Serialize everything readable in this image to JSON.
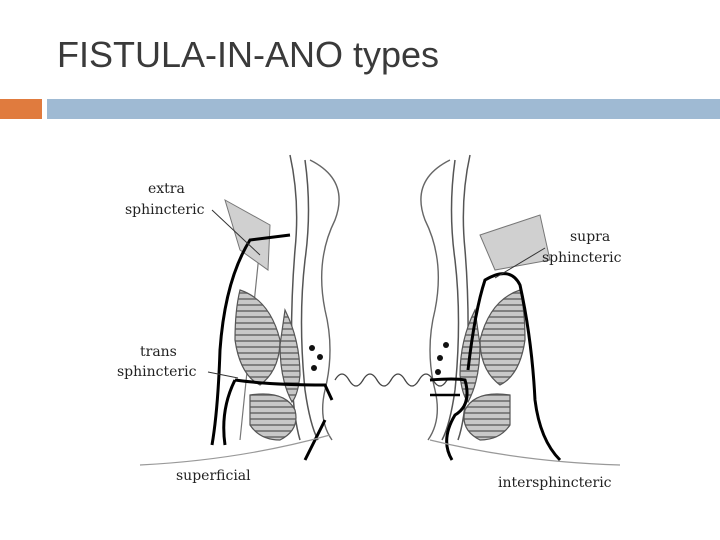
{
  "slide": {
    "title": "FISTULA-IN-ANO types"
  },
  "colors": {
    "accent_orange": "#e07b3e",
    "accent_blue": "#9fbad3",
    "fistula_line": "#000000",
    "muscle_fill": "#b5b5b5"
  },
  "diagram": {
    "labels": {
      "extra_1": "extra",
      "extra_2": "sphincteric",
      "trans_1": "trans",
      "trans_2": "sphincteric",
      "superficial": "superficial",
      "supra_1": "supra",
      "supra_2": "sphincteric",
      "intersphincteric": "intersphincteric"
    }
  }
}
